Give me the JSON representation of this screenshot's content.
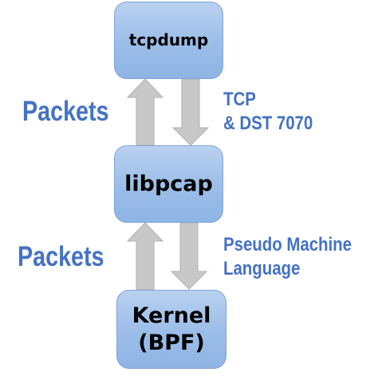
{
  "nodes": {
    "tcpdump": {
      "label": "tcpdump"
    },
    "libpcap": {
      "label": "libpcap"
    },
    "kernel": {
      "lines": [
        "Kernel",
        "(BPF)"
      ]
    }
  },
  "edges": {
    "packets_to_tcpdump": {
      "label": "Packets"
    },
    "filter_to_libpcap": {
      "lines": [
        "TCP",
        "& DST 7070"
      ]
    },
    "packets_to_libpcap": {
      "label": "Packets"
    },
    "pml_to_kernel": {
      "lines": [
        "Pseudo Machine",
        "Language"
      ]
    }
  },
  "colors": {
    "node_fill_top": "#b9d1ef",
    "node_fill_bottom": "#8fb4e4",
    "node_border": "#7ea6d8",
    "arrow_fill": "#c8c8c8",
    "label_text": "#4472c4"
  }
}
